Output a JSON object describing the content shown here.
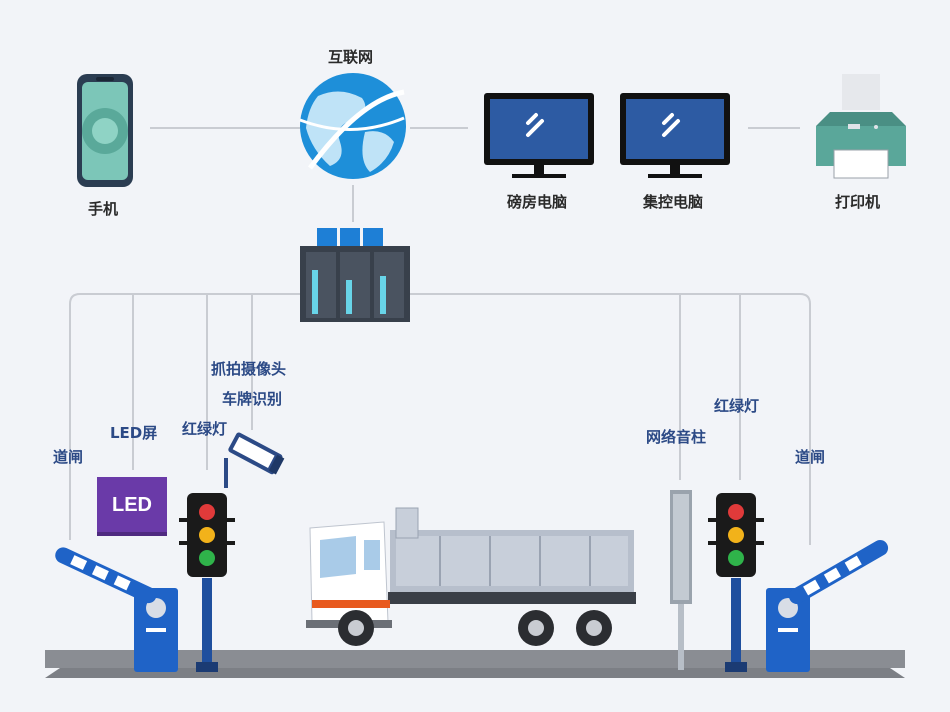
{
  "labels": {
    "phone": "手机",
    "internet": "互联网",
    "weighroom_pc": "磅房电脑",
    "control_pc": "集控电脑",
    "printer": "打印机",
    "capture_camera": "抓拍摄像头",
    "plate_recognition": "车牌识别",
    "led_screen": "LED屏",
    "traffic_light_left": "红绿灯",
    "barrier_left": "道闸",
    "network_speaker": "网络音柱",
    "traffic_light_right": "红绿灯",
    "barrier_right": "道闸",
    "led_text": "LED"
  },
  "colors": {
    "background": "#f2f4f8",
    "line": "#c9ccd2",
    "label_blue": "#2c4a86",
    "barrier_blue": "#1f63c7",
    "led_purple": "#6a3aa8"
  }
}
